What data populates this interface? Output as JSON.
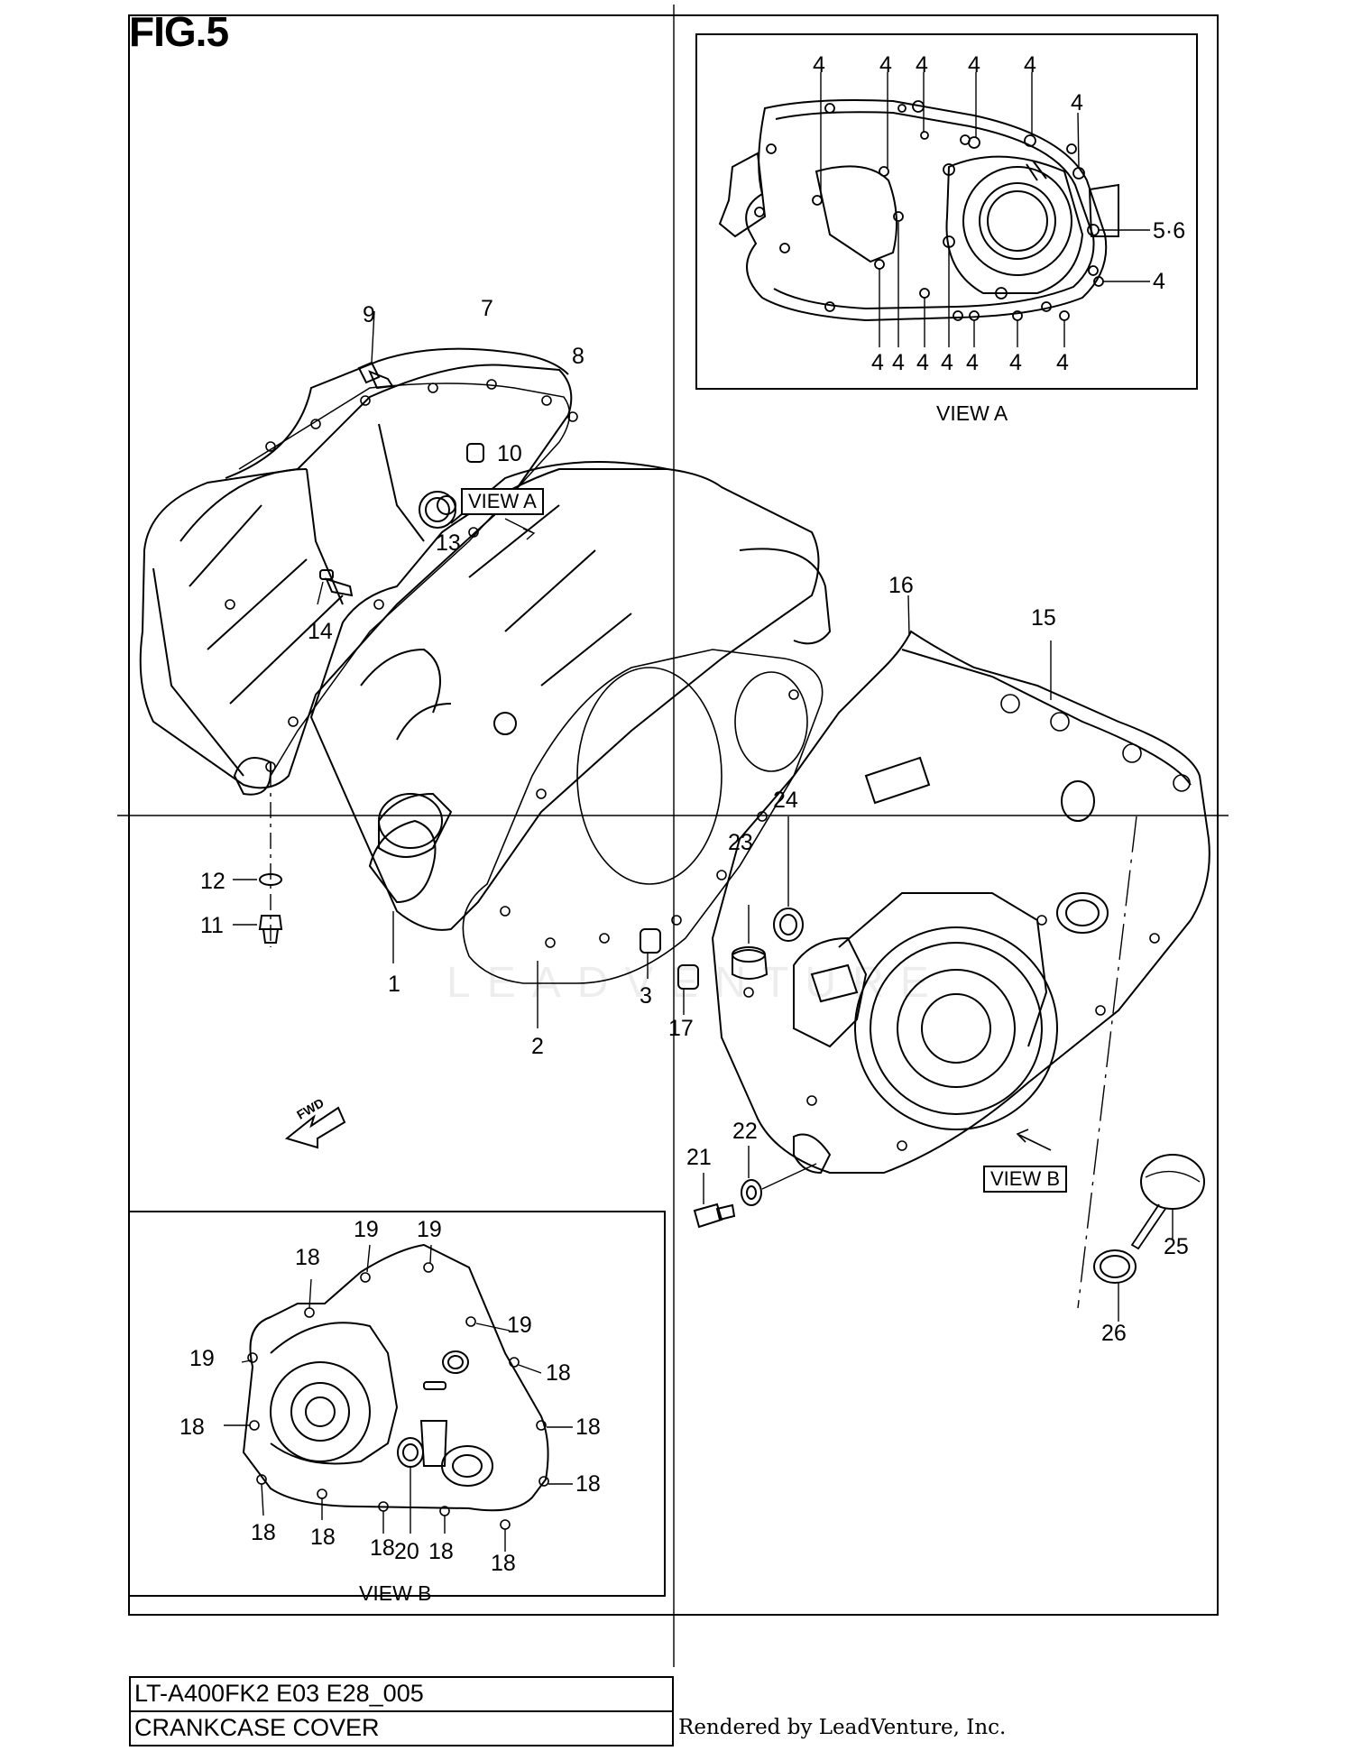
{
  "figure": {
    "title": "FIG.5"
  },
  "views": {
    "view_a": "VIEW A",
    "view_b": "VIEW B"
  },
  "callouts": {
    "c1": "1",
    "c2": "2",
    "c3": "3",
    "c4": "4",
    "c56": "5·6",
    "c7": "7",
    "c8": "8",
    "c9": "9",
    "c10": "10",
    "c11": "11",
    "c12": "12",
    "c13": "13",
    "c14": "14",
    "c15": "15",
    "c16": "16",
    "c17": "17",
    "c18": "18",
    "c19": "19",
    "c20": "20",
    "c21": "21",
    "c22": "22",
    "c23": "23",
    "c24": "24",
    "c25": "25",
    "c26": "26"
  },
  "title_block": {
    "model": "LT-A400FK2 E03 E28_005",
    "name": "CRANKCASE COVER"
  },
  "credit": "Rendered by LeadVenture, Inc.",
  "forward_label": "FWD",
  "watermark": "LEADVENTURE"
}
